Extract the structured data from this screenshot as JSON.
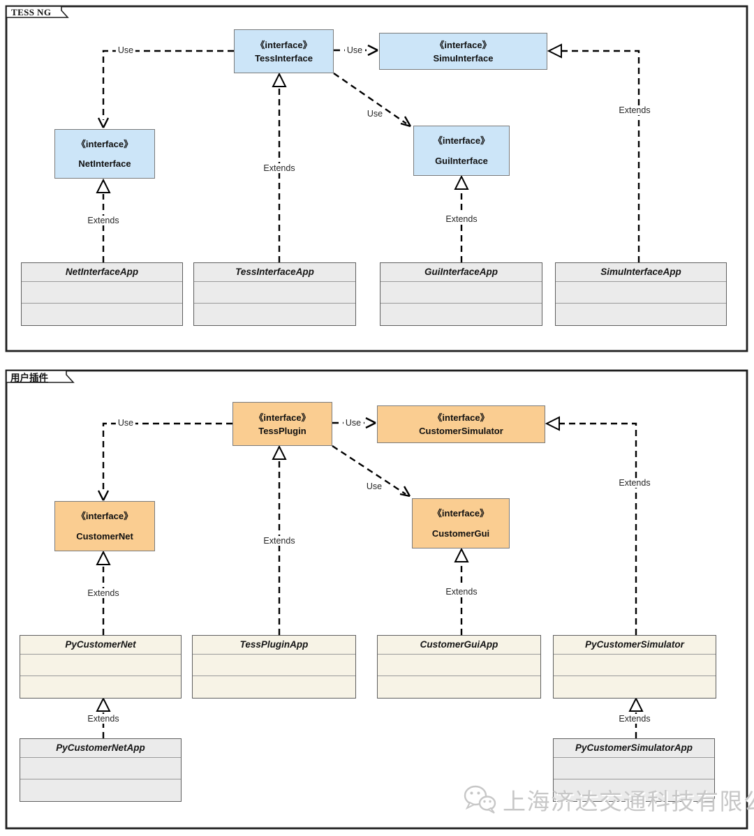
{
  "stereotype": "《interface》",
  "edge_labels": {
    "use": "Use",
    "extends": "Extends"
  },
  "packages": {
    "tess_ng": {
      "name": "TESS NG",
      "interfaces": {
        "tess": "TessInterface",
        "simu": "SimuInterface",
        "net": "NetInterface",
        "gui": "GuiInterface"
      },
      "classes": {
        "net_app": "NetInterfaceApp",
        "tess_app": "TessInterfaceApp",
        "gui_app": "GuiInterfaceApp",
        "simu_app": "SimuInterfaceApp"
      }
    },
    "user_plugin": {
      "name": "用户插件",
      "interfaces": {
        "plugin": "TessPlugin",
        "simulator": "CustomerSimulator",
        "net": "CustomerNet",
        "gui": "CustomerGui"
      },
      "classes": {
        "py_net": "PyCustomerNet",
        "plugin_app": "TessPluginApp",
        "gui_app": "CustomerGuiApp",
        "py_sim": "PyCustomerSimulator",
        "py_net_app": "PyCustomerNetApp",
        "py_sim_app": "PyCustomerSimulatorApp"
      }
    }
  },
  "watermark": {
    "icon": "wechat-icon",
    "text": "上海济达交通科技有限公司"
  },
  "colors": {
    "interface_blue": "#CCE5F8",
    "interface_orange": "#FACD91",
    "class_gray": "#EBEBEB",
    "class_cream": "#F7F3E6",
    "line": "#000000",
    "watermark_gray": "#C7C7C7"
  }
}
